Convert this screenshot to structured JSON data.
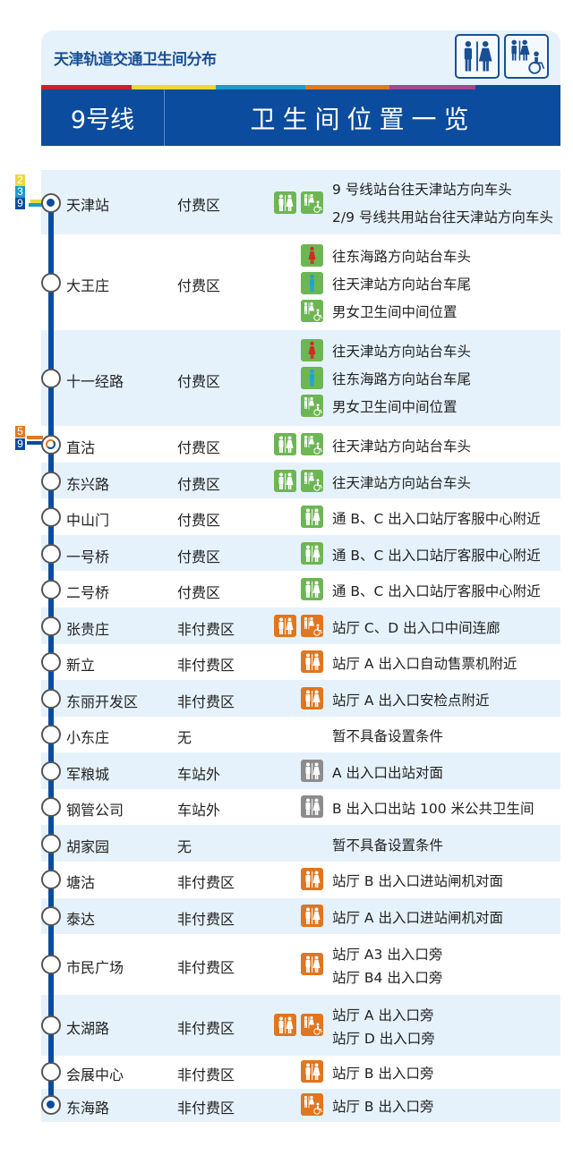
{
  "header": {
    "title": "天津轨道交通卫生间分布",
    "line_label": "9号线",
    "band_title": "卫生间位置一览",
    "icons": [
      "restroom-icon",
      "accessible-restroom-icon"
    ],
    "stripe_colors": [
      "#c8202f",
      "#ecd83b",
      "#1b9bcf",
      "#e07b22",
      "#a5478d"
    ]
  },
  "colors": {
    "brand_blue": "#0b4c9e",
    "row_alt": "#e6f2fb",
    "icon_paid": "#6db654",
    "icon_unpaid": "#e0761f",
    "icon_outside": "#8c8c8c",
    "female": "#d12a22",
    "male": "#1aa3d8"
  },
  "transfers": [
    {
      "station": "天津站",
      "lines": [
        "2",
        "3",
        "9"
      ],
      "line_colors": [
        "#ecd83b",
        "#1b9bcf",
        "#0b4c9e"
      ]
    },
    {
      "station": "直沽",
      "lines": [
        "5",
        "9"
      ],
      "line_colors": [
        "#e07b22",
        "#0b4c9e"
      ]
    }
  ],
  "stations": [
    {
      "name": "天津站",
      "zone": "付费区",
      "icons": [
        "restroom-green",
        "accessible-green"
      ],
      "locations": [
        "9 号线站台往天津站方向车头",
        "2/9 号线共用站台往天津站方向车头"
      ]
    },
    {
      "name": "大王庄",
      "zone": "付费区",
      "icons_per_line": [
        "female-green",
        "male-green",
        "accessible-green"
      ],
      "locations": [
        "往东海路方向站台车头",
        "往天津站方向站台车尾",
        "男女卫生间中间位置"
      ]
    },
    {
      "name": "十一经路",
      "zone": "付费区",
      "icons_per_line": [
        "female-green",
        "male-green",
        "accessible-green"
      ],
      "locations": [
        "往天津站方向站台车头",
        "往东海路方向站台车尾",
        "男女卫生间中间位置"
      ]
    },
    {
      "name": "直沽",
      "zone": "付费区",
      "icons": [
        "restroom-green",
        "accessible-green"
      ],
      "locations": [
        "往天津站方向站台车头"
      ]
    },
    {
      "name": "东兴路",
      "zone": "付费区",
      "icons": [
        "restroom-green",
        "accessible-green"
      ],
      "locations": [
        "往天津站方向站台车头"
      ]
    },
    {
      "name": "中山门",
      "zone": "付费区",
      "icons": [
        "restroom-green"
      ],
      "locations": [
        "通 B、C 出入口站厅客服中心附近"
      ]
    },
    {
      "name": "一号桥",
      "zone": "付费区",
      "icons": [
        "restroom-green"
      ],
      "locations": [
        "通 B、C 出入口站厅客服中心附近"
      ]
    },
    {
      "name": "二号桥",
      "zone": "付费区",
      "icons": [
        "restroom-green"
      ],
      "locations": [
        "通 B、C 出入口站厅客服中心附近"
      ]
    },
    {
      "name": "张贵庄",
      "zone": "非付费区",
      "icons": [
        "restroom-orange",
        "accessible-orange"
      ],
      "locations": [
        "站厅 C、D 出入口中间连廊"
      ]
    },
    {
      "name": "新立",
      "zone": "非付费区",
      "icons": [
        "restroom-orange"
      ],
      "locations": [
        "站厅 A 出入口自动售票机附近"
      ]
    },
    {
      "name": "东丽开发区",
      "zone": "非付费区",
      "icons": [
        "restroom-orange"
      ],
      "locations": [
        "站厅 A 出入口安检点附近"
      ]
    },
    {
      "name": "小东庄",
      "zone": "无",
      "icons": [],
      "locations": [
        "暂不具备设置条件"
      ]
    },
    {
      "name": "军粮城",
      "zone": "车站外",
      "icons": [
        "restroom-gray"
      ],
      "locations": [
        "A 出入口出站对面"
      ]
    },
    {
      "name": "钢管公司",
      "zone": "车站外",
      "icons": [
        "restroom-gray"
      ],
      "locations": [
        "B 出入口出站 100 米公共卫生间"
      ]
    },
    {
      "name": "胡家园",
      "zone": "无",
      "icons": [],
      "locations": [
        "暂不具备设置条件"
      ]
    },
    {
      "name": "塘沽",
      "zone": "非付费区",
      "icons": [
        "restroom-orange"
      ],
      "locations": [
        "站厅 B 出入口进站闸机对面"
      ]
    },
    {
      "name": "泰达",
      "zone": "非付费区",
      "icons": [
        "restroom-orange"
      ],
      "locations": [
        "站厅 A 出入口进站闸机对面"
      ]
    },
    {
      "name": "市民广场",
      "zone": "非付费区",
      "icons": [
        "restroom-orange"
      ],
      "locations": [
        "站厅 A3 出入口旁",
        "站厅 B4 出入口旁"
      ]
    },
    {
      "name": "太湖路",
      "zone": "非付费区",
      "icons": [
        "restroom-orange",
        "accessible-orange"
      ],
      "locations": [
        "站厅 A 出入口旁",
        "站厅 D 出入口旁"
      ]
    },
    {
      "name": "会展中心",
      "zone": "非付费区",
      "icons": [
        "restroom-orange"
      ],
      "locations": [
        "站厅 B 出入口旁"
      ]
    },
    {
      "name": "东海路",
      "zone": "非付费区",
      "icons": [
        "accessible-orange"
      ],
      "locations": [
        "站厅 B 出入口旁"
      ]
    }
  ]
}
